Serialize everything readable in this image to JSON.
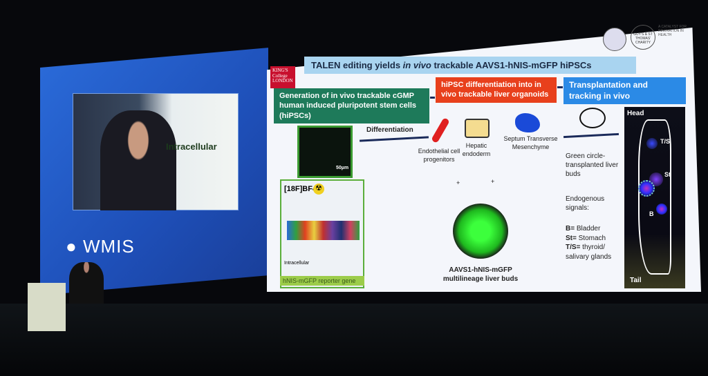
{
  "left_screen": {
    "logo": "WMIS",
    "inset_text": "Intracellular"
  },
  "slide": {
    "title_prefix": "TALEN editing yields ",
    "title_italic": "in vivo",
    "title_suffix": " trackable AAVS1-hNIS-mGFP hiPSCs",
    "logo_kings": "KING'S College LONDON",
    "logo_charity": "GUY'S & ST THOMAS' CHARITY",
    "logo_tagline": "A CATALYST FOR INNOVATION IN HEALTH",
    "step1": "Generation of in vivo trackable cGMP human induced pluripotent stem cells (hiPSCs)",
    "step2": "hiPSC differentiation into in vivo trackable liver organoids",
    "step3": "Transplantation and tracking in vivo",
    "differentiation": "Differentiation",
    "scale_bar": "50µm",
    "tracer": "[18F]BF4",
    "intracellular": "Intracellular",
    "reporter": "hNIS-mGFP reporter gene",
    "cell1": "Endothelial cell progenitors",
    "cell2": "Hepatic endoderm",
    "cell3": "Septum Transverse Mesenchyme",
    "plus": "+",
    "result": "AAVS1-hNIS-mGFP multilineage liver buds",
    "mouse": {
      "head": "Head",
      "tail": "Tail",
      "ts": "T/S",
      "st": "St",
      "b": "B"
    },
    "legend1": "Green circle-transplanted liver buds",
    "legend2": "Endogenous signals:",
    "key": [
      {
        "k": "B=",
        "v": " Bladder"
      },
      {
        "k": "St=",
        "v": " Stomach"
      },
      {
        "k": "T/S=",
        "v": " thyroid/ salivary glands"
      }
    ]
  }
}
